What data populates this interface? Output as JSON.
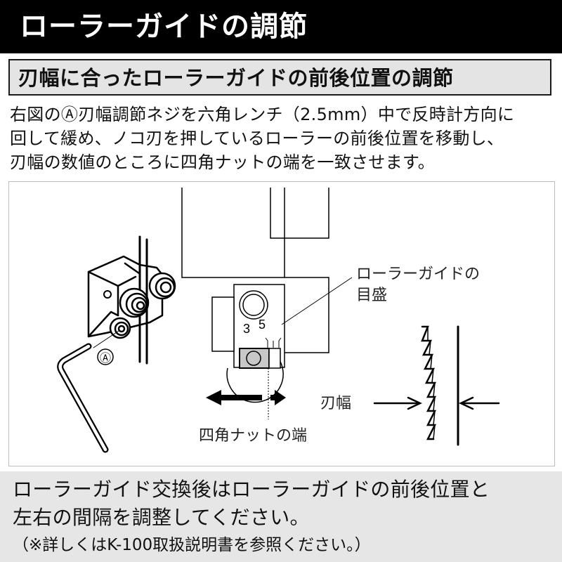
{
  "header": {
    "title": "ローラーガイドの調節"
  },
  "section": {
    "subtitle": "刃幅に合ったローラーガイドの前後位置の調節"
  },
  "instructions": {
    "lines": [
      "右図のⒶ刃幅調節ネジを六角レンチ（2.5mm）中で反時計方向に",
      "回して緩め、ノコ刃を押しているローラーの前後位置を移動し、",
      "刃幅の数値のところに四角ナットの端を一致させます。"
    ]
  },
  "diagram": {
    "callout_a": "Ⓐ",
    "scale_label_line1": "ローラーガイドの",
    "scale_label_line2": "目盛",
    "scale_numbers": [
      "3",
      "5"
    ],
    "nut_edge_label": "四角ナットの端",
    "blade_width_label": "刃幅"
  },
  "note": {
    "line1": "ローラーガイド交換後はローラーガイドの前後位置と",
    "line2": "左右の間隔を調整してください。",
    "line3": "（※詳しくはK-100取扱説明書を参照ください。）"
  },
  "colors": {
    "header_bg": "#000000",
    "subtitle_bg": "#e4e4e4",
    "note_bg": "#e6e6e6",
    "nut_fill": "#c8c8c8"
  }
}
